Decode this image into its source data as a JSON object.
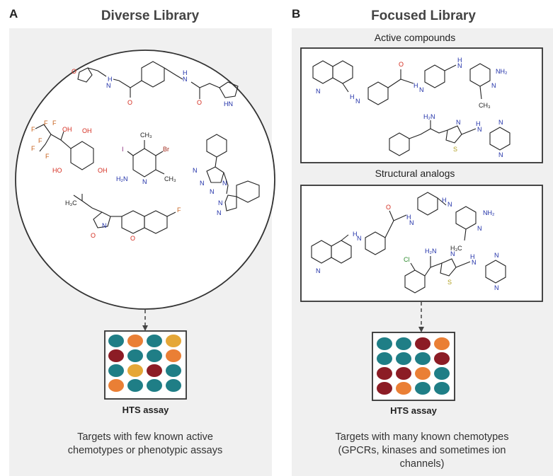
{
  "panel_a": {
    "letter": "A",
    "title": "Diverse Library",
    "hts_label": "HTS assay",
    "caption": [
      "Targets with few known active",
      "chemotypes or phenotypic assays"
    ],
    "plate": [
      [
        "teal",
        "orange",
        "teal",
        "yellow"
      ],
      [
        "red",
        "teal",
        "teal",
        "orange"
      ],
      [
        "teal",
        "yellow",
        "red",
        "teal"
      ],
      [
        "orange",
        "teal",
        "teal",
        "teal"
      ]
    ]
  },
  "panel_b": {
    "letter": "B",
    "title": "Focused Library",
    "active_label": "Active compounds",
    "analogs_label": "Structural analogs",
    "hts_label": "HTS assay",
    "caption": [
      "Targets with many known chemotypes",
      "(GPCRs, kinases and sometimes ion",
      "channels)"
    ],
    "plate": [
      [
        "teal",
        "teal",
        "red",
        "orange"
      ],
      [
        "teal",
        "teal",
        "teal",
        "red"
      ],
      [
        "red",
        "red",
        "orange",
        "teal"
      ],
      [
        "red",
        "orange",
        "teal",
        "teal"
      ]
    ]
  },
  "atoms": {
    "h": "H",
    "n": "N",
    "o": "O",
    "f": "F",
    "i": "I",
    "br": "Br",
    "cl": "Cl",
    "nh": "NH",
    "hn": "HN",
    "oh": "OH",
    "ho": "HO",
    "h2n": "H₂N",
    "nh2": "NH₂",
    "ch3": "CH₃",
    "h3c": "H₃C"
  },
  "colors": {
    "teal": "#1f7e86",
    "orange": "#ea7f35",
    "red": "#8c1c25",
    "yellow": "#e5a737",
    "nitrogen": "#1f2fa8",
    "oxygen": "#d42b1e",
    "fluorine": "#c7621d",
    "bromine": "#a0291b"
  }
}
